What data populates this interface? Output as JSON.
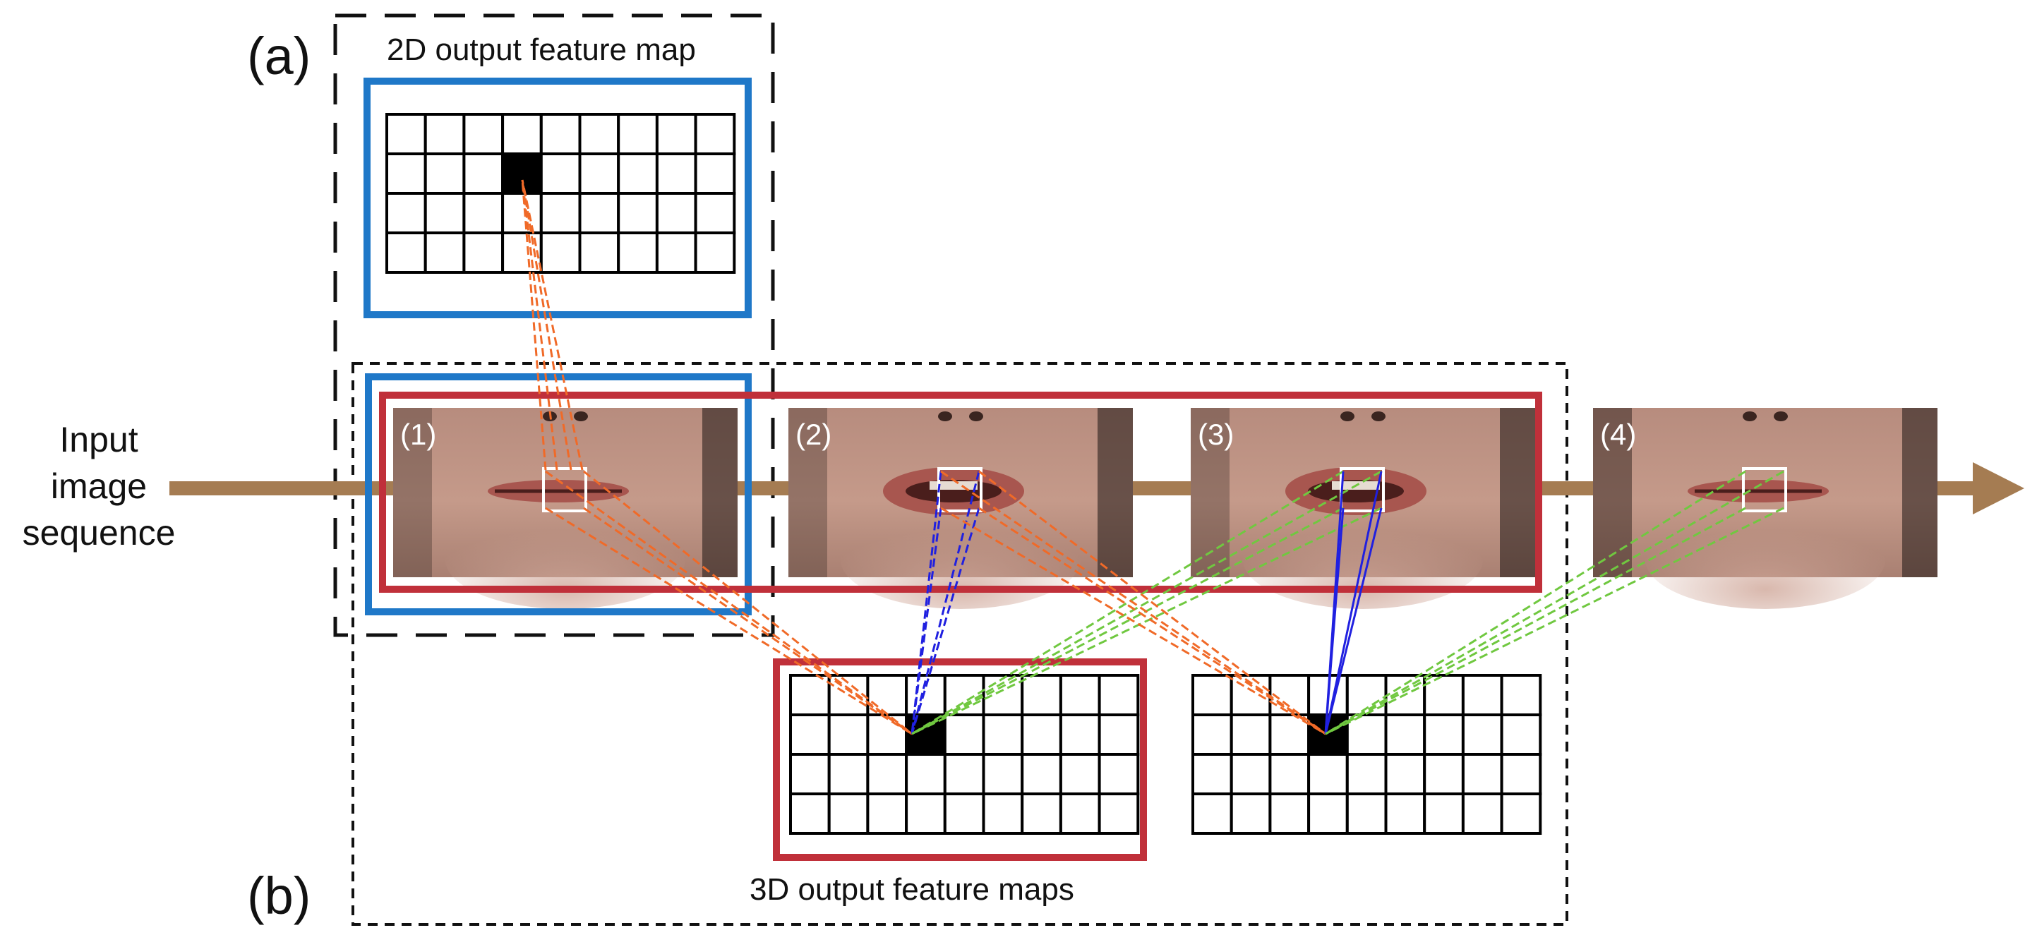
{
  "panels": {
    "a_label": "(a)",
    "b_label": "(b)"
  },
  "captions": {
    "map_2d": "2D output feature map",
    "maps_3d": "3D output feature maps"
  },
  "input": {
    "line1": "Input",
    "line2": "image",
    "line3": "sequence"
  },
  "frames": [
    {
      "label": "(1)"
    },
    {
      "label": "(2)"
    },
    {
      "label": "(3)"
    },
    {
      "label": "(4)"
    }
  ],
  "feature_map_grid": {
    "columns": 9,
    "rows": 4
  },
  "colors": {
    "arrow": "#a57c52",
    "box_2d": "#1f78c8",
    "box_3d": "#c0303a",
    "link_frame1": "#f06a28",
    "link_center": "#2020e0",
    "link_next": "#70c840",
    "dashed_border": "#111111"
  }
}
